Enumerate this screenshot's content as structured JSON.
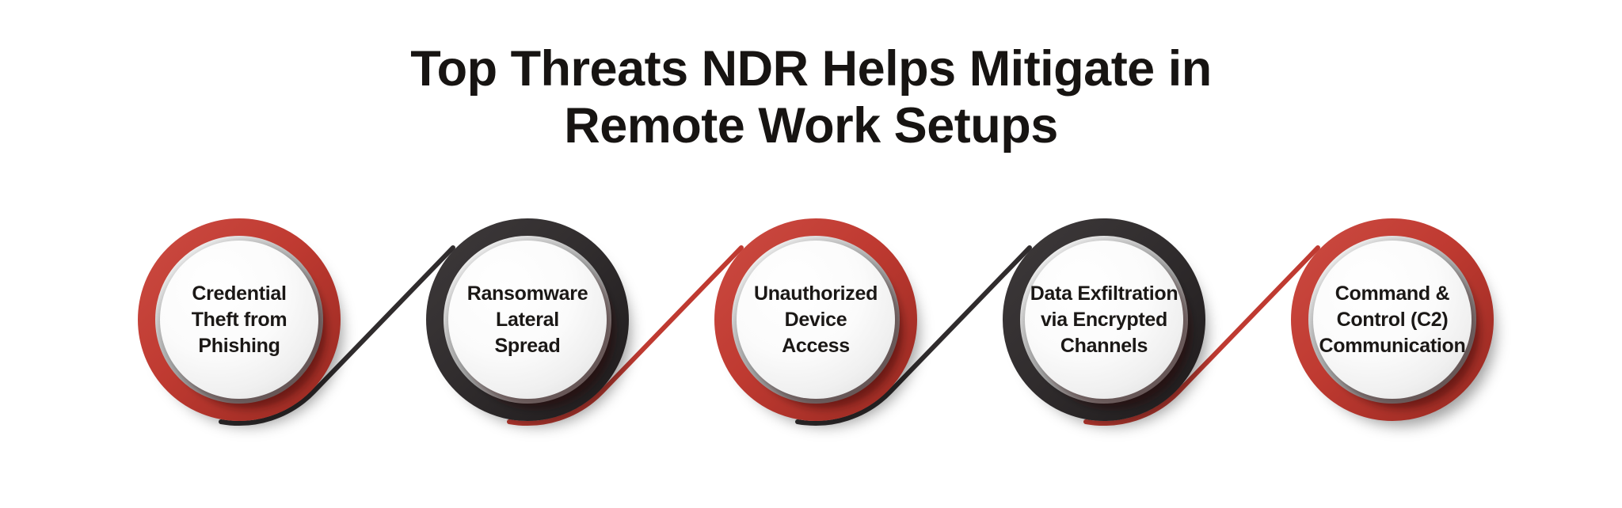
{
  "title": "Top Threats NDR Helps Mitigate in\nRemote Work Setups",
  "colors": {
    "red": "#bf3a31",
    "dark": "#302c2d",
    "text": "#1b1816"
  },
  "threats": [
    {
      "id": 1,
      "label": "Credential\nTheft from\nPhishing",
      "ring": "red"
    },
    {
      "id": 2,
      "label": "Ransomware\nLateral\nSpread",
      "ring": "dark"
    },
    {
      "id": 3,
      "label": "Unauthorized\nDevice\nAccess",
      "ring": "red"
    },
    {
      "id": 4,
      "label": "Data Exfiltration\nvia Encrypted\nChannels",
      "ring": "dark"
    },
    {
      "id": 5,
      "label": "Command &\nControl (C2)\nCommunication",
      "ring": "red"
    }
  ],
  "connectors": [
    {
      "from": 1,
      "to": 2,
      "color": "dark"
    },
    {
      "from": 2,
      "to": 3,
      "color": "red"
    },
    {
      "from": 3,
      "to": 4,
      "color": "dark"
    },
    {
      "from": 4,
      "to": 5,
      "color": "red"
    }
  ]
}
